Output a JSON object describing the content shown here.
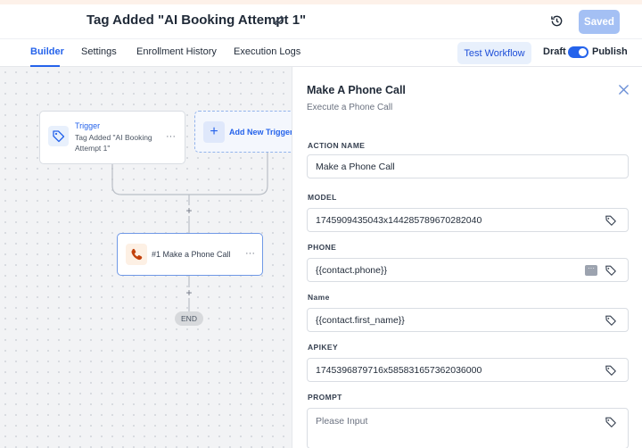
{
  "header": {
    "title": "Tag Added \"AI Booking Attempt 1\"",
    "saved_label": "Saved"
  },
  "tabs": [
    {
      "label": "Builder",
      "active": true
    },
    {
      "label": "Settings",
      "active": false
    },
    {
      "label": "Enrollment History",
      "active": false
    },
    {
      "label": "Execution Logs",
      "active": false
    }
  ],
  "toolbar": {
    "test_label": "Test Workflow",
    "draft_label": "Draft",
    "publish_label": "Publish",
    "publish_on": true
  },
  "canvas": {
    "trigger": {
      "title": "Trigger",
      "description": "Tag Added \"AI Booking Attempt 1\"",
      "more": "···"
    },
    "add_trigger_label": "Add New Trigger",
    "action": {
      "label": "#1 Make a Phone Call",
      "more": "···"
    },
    "end_label": "END"
  },
  "panel": {
    "title": "Make A Phone Call",
    "subtitle": "Execute a Phone Call",
    "fields": {
      "action_name": {
        "label": "ACTION NAME",
        "value": "Make a Phone Call"
      },
      "model": {
        "label": "MODEL",
        "value": "1745909435043x144285789670282040"
      },
      "phone": {
        "label": "PHONE",
        "value": "{{contact.phone}}"
      },
      "name": {
        "label": "Name",
        "value": "{{contact.first_name}}"
      },
      "apikey": {
        "label": "APIKEY",
        "value": "1745396879716x585831657362036000"
      },
      "prompt": {
        "label": "PROMPT",
        "placeholder": "Please Input",
        "value": ""
      }
    }
  },
  "colors": {
    "accent": "#2563eb",
    "saved_button": "#a4c0f4",
    "canvas_bg": "#f2f3f5"
  },
  "icons": {
    "edit": "pencil-icon",
    "history": "history-icon",
    "trigger": "tag-icon",
    "action": "phone-icon",
    "close": "close-icon",
    "field_tag": "tag-icon",
    "field_custom": "dots-icon"
  }
}
